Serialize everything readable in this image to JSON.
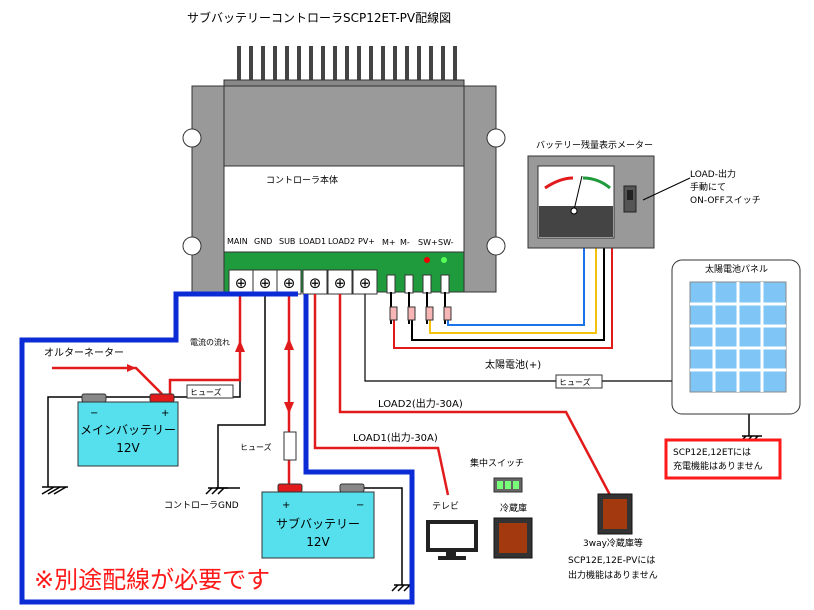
{
  "title": "サブバッテリーコントローラSCP12ET-PV配線図",
  "controller": {
    "label": "コントローラ本体",
    "terminals": [
      "MAIN",
      "GND",
      "SUB",
      "LOAD1",
      "LOAD2",
      "PV+",
      "M+",
      "M-",
      "SW+",
      "SW-"
    ],
    "terminal_symbol": "⊕"
  },
  "meter": {
    "title": "バッテリー残量表示メーター",
    "switch_note_1": "LOAD-出力",
    "switch_note_2": "手動にて",
    "switch_note_3": "ON-OFFスイッチ"
  },
  "solar": {
    "title": "太陽電池パネル",
    "note_1": "SCP12E,12ETには",
    "note_2": "充電機能はありません",
    "wire_label": "太陽電池(+)"
  },
  "alternator_label": "オルターネーター",
  "current_flow_label": "電流の流れ",
  "fuse_label_1": "ヒューズ",
  "fuse_label_2": "ヒューズ",
  "fuse_label_3": "ヒューズ",
  "main_battery": {
    "label": "メインバッテリー",
    "voltage": "12V",
    "plus": "+",
    "minus": "−"
  },
  "sub_battery": {
    "label": "サブバッテリー",
    "voltage": "12V",
    "plus": "+",
    "minus": "−"
  },
  "controller_gnd_label": "コントローラGND",
  "load2_label": "LOAD2(出力-30A)",
  "load1_label": "LOAD1(出力-30A)",
  "central_switch_label": "集中スイッチ",
  "tv_label": "テレビ",
  "fridge_label": "冷蔵庫",
  "fridge3way_label": "3way冷蔵庫等",
  "output_note_1": "SCP12E,12E-PVには",
  "output_note_2": "出力機能はありません",
  "separate_wiring_note": "※別途配線が必要です",
  "colors": {
    "red_wire": "#e11b1b",
    "blue_wire": "#1a73e8",
    "yellow_wire": "#f4c20d",
    "thick_blue": "#0a2bd6",
    "green_board": "#1f9a3c",
    "battery_fill": "#56e0ee",
    "panel_cell": "#7fc6f7",
    "warning_red": "#ff1a1a"
  }
}
